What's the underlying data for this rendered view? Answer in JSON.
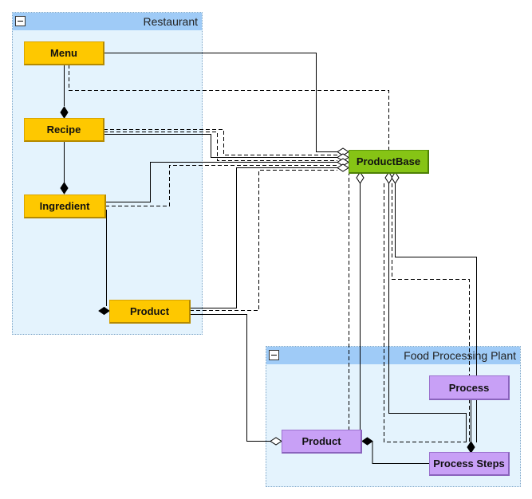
{
  "groups": {
    "restaurant": {
      "title": "Restaurant"
    },
    "plant": {
      "title": "Food Processing Plant"
    }
  },
  "nodes": {
    "menu": "Menu",
    "recipe": "Recipe",
    "ingredient": "Ingredient",
    "restaurant_product": "Product",
    "product_base": "ProductBase",
    "process": "Process",
    "plant_product": "Product",
    "process_steps": "Process Steps"
  },
  "colors": {
    "restaurant_node": "#fec800",
    "base_node": "#86c415",
    "plant_node": "#c8a0f6",
    "group_header": "#9fcbf7",
    "group_body": "#e4f3fd"
  }
}
